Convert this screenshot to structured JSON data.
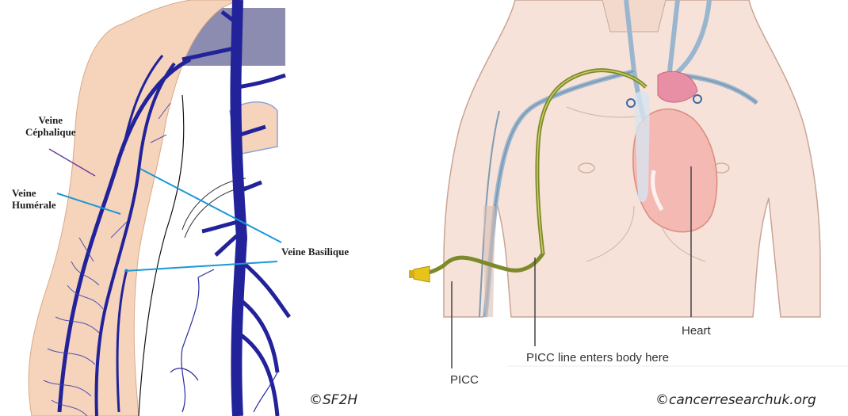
{
  "left_figure": {
    "labels": {
      "cephalic_vein": [
        "Veine",
        "Céphalique"
      ],
      "humeral_vein": [
        "Veine",
        "Humérale"
      ],
      "basilic_vein": "Veine Basilique"
    },
    "credit": "©SF2H",
    "colors": {
      "vein": "#22229a",
      "skin": "#f5d4bb",
      "leader": "#1a98d8",
      "panel_shade": "#7f80a8"
    }
  },
  "right_figure": {
    "labels": {
      "picc": "PICC",
      "entry": "PICC line enters body here",
      "heart": "Heart"
    },
    "credit": "©cancerresearchuk.org",
    "colors": {
      "catheter": "#7d8a2a",
      "heart": "#f4b7b0",
      "skin": "#f6e2d8",
      "vessel": "#9ab6cf",
      "connector": "#e8c41a"
    }
  }
}
